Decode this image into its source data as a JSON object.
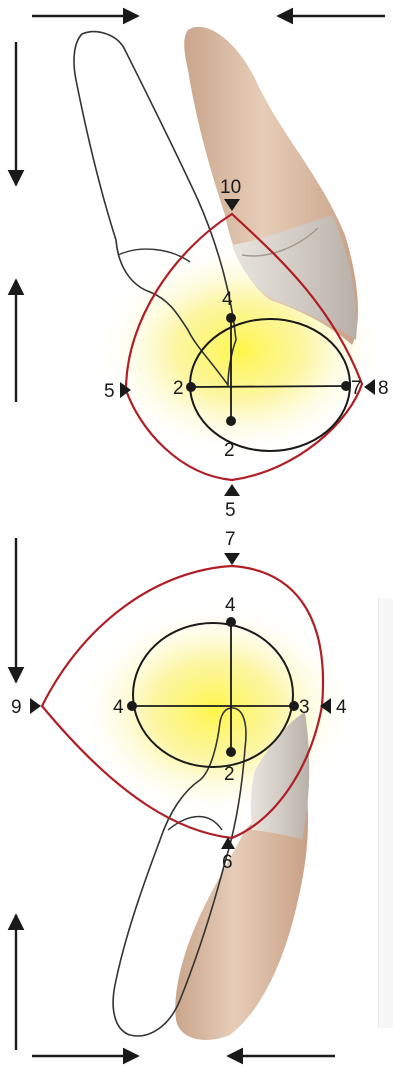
{
  "diagram": {
    "upper": {
      "labels": {
        "top": "10",
        "left_outer": "5",
        "right_outer": "8",
        "bottom_outer": "5",
        "ellipse_top": "4",
        "ellipse_left": "2",
        "ellipse_right": "7",
        "ellipse_bottom": "2"
      }
    },
    "lower": {
      "labels": {
        "top_outer": "7",
        "left_outer": "9",
        "right_outer": "4",
        "bottom_outer": "6",
        "ellipse_top": "4",
        "ellipse_left": "4",
        "ellipse_right": "3",
        "ellipse_bottom": "2"
      }
    },
    "colors": {
      "boundary": "#b01e26",
      "ellipse": "#1a1a1a",
      "glow": "#f7f07a",
      "tooth_tan": "#d9b8a0",
      "outline": "#333333"
    }
  }
}
